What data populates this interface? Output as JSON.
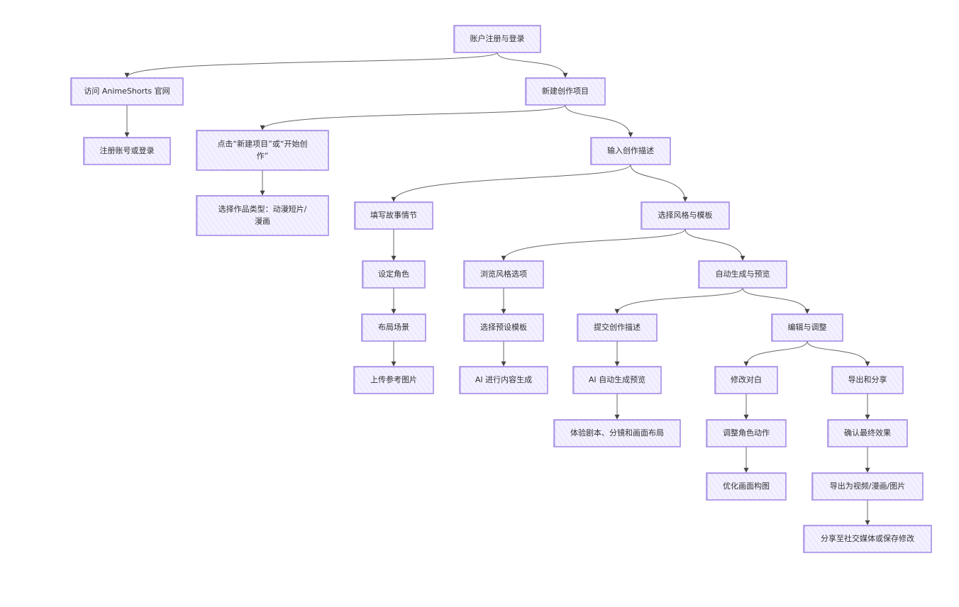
{
  "colors": {
    "node_fill": "#ececff",
    "node_border": "#9b7fe0",
    "edge": "#666666",
    "text": "#333333"
  },
  "diagram": {
    "nodes": [
      {
        "id": "n1",
        "lines": [
          "账户注册与登录"
        ]
      },
      {
        "id": "n2",
        "lines": [
          "访问 AnimeShorts 官网"
        ]
      },
      {
        "id": "n3",
        "lines": [
          "新建创作项目"
        ]
      },
      {
        "id": "n4",
        "lines": [
          "注册账号或登录"
        ]
      },
      {
        "id": "n5",
        "lines": [
          "点击“新建项目”或“开始创",
          "作”"
        ]
      },
      {
        "id": "n6",
        "lines": [
          "输入创作描述"
        ]
      },
      {
        "id": "n7",
        "lines": [
          "选择作品类型：动漫短片/",
          "漫画"
        ]
      },
      {
        "id": "n8",
        "lines": [
          "填写故事情节"
        ]
      },
      {
        "id": "n9",
        "lines": [
          "选择风格与模板"
        ]
      },
      {
        "id": "n10",
        "lines": [
          "设定角色"
        ]
      },
      {
        "id": "n11",
        "lines": [
          "浏览风格选项"
        ]
      },
      {
        "id": "n12",
        "lines": [
          "自动生成与预览"
        ]
      },
      {
        "id": "n13",
        "lines": [
          "布局场景"
        ]
      },
      {
        "id": "n14",
        "lines": [
          "选择预设模板"
        ]
      },
      {
        "id": "n15",
        "lines": [
          "提交创作描述"
        ]
      },
      {
        "id": "n16",
        "lines": [
          "编辑与调整"
        ]
      },
      {
        "id": "n17",
        "lines": [
          "上传参考图片"
        ]
      },
      {
        "id": "n18",
        "lines": [
          "AI 进行内容生成"
        ]
      },
      {
        "id": "n19",
        "lines": [
          "AI 自动生成预览"
        ]
      },
      {
        "id": "n20",
        "lines": [
          "修改对白"
        ]
      },
      {
        "id": "n21",
        "lines": [
          "导出和分享"
        ]
      },
      {
        "id": "n22",
        "lines": [
          "体验剧本、分镜和画面布局"
        ]
      },
      {
        "id": "n23",
        "lines": [
          "调整角色动作"
        ]
      },
      {
        "id": "n24",
        "lines": [
          "确认最终效果"
        ]
      },
      {
        "id": "n25",
        "lines": [
          "优化画面构图"
        ]
      },
      {
        "id": "n26",
        "lines": [
          "导出为视频/漫画/图片"
        ]
      },
      {
        "id": "n27",
        "lines": [
          "分享至社交媒体或保存修改"
        ]
      }
    ],
    "edges": [
      [
        "n1",
        "n2"
      ],
      [
        "n1",
        "n3"
      ],
      [
        "n2",
        "n4"
      ],
      [
        "n3",
        "n5"
      ],
      [
        "n3",
        "n6"
      ],
      [
        "n5",
        "n7"
      ],
      [
        "n6",
        "n8"
      ],
      [
        "n6",
        "n9"
      ],
      [
        "n8",
        "n10"
      ],
      [
        "n10",
        "n13"
      ],
      [
        "n13",
        "n17"
      ],
      [
        "n9",
        "n11"
      ],
      [
        "n9",
        "n12"
      ],
      [
        "n11",
        "n14"
      ],
      [
        "n14",
        "n18"
      ],
      [
        "n12",
        "n15"
      ],
      [
        "n12",
        "n16"
      ],
      [
        "n15",
        "n19"
      ],
      [
        "n19",
        "n22"
      ],
      [
        "n16",
        "n20"
      ],
      [
        "n16",
        "n21"
      ],
      [
        "n20",
        "n23"
      ],
      [
        "n23",
        "n25"
      ],
      [
        "n21",
        "n24"
      ],
      [
        "n24",
        "n26"
      ],
      [
        "n26",
        "n27"
      ]
    ]
  }
}
